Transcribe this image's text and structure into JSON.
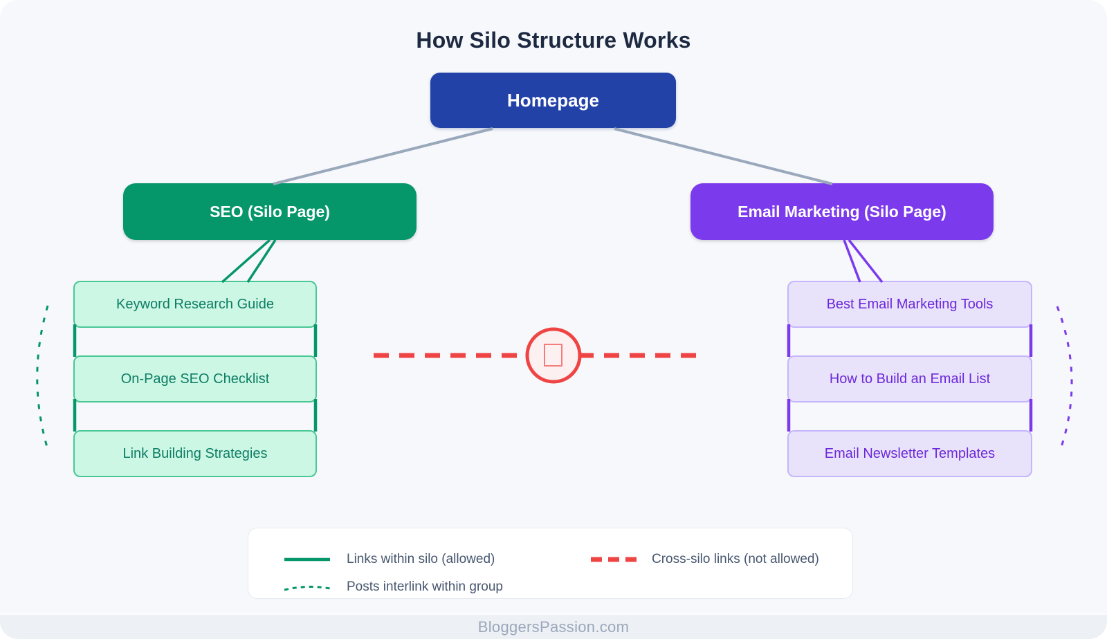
{
  "title": "How Silo Structure Works",
  "homepage": {
    "label": "Homepage"
  },
  "silos": [
    {
      "label": "SEO (Silo Page)",
      "color": "#059669",
      "posts": [
        "Keyword Research Guide",
        "On-Page SEO Checklist",
        "Link Building Strategies"
      ]
    },
    {
      "label": "Email Marketing (Silo Page)",
      "color": "#7c3aed",
      "posts": [
        "Best Email Marketing Tools",
        "How to Build an Email List",
        "Email Newsletter Templates"
      ]
    }
  ],
  "legend": {
    "within_silo": "Links within silo (allowed)",
    "cross_silo": "Cross-silo links (not allowed)",
    "interlink": "Posts interlink within group"
  },
  "footer": {
    "text": "BloggersPassion.com"
  },
  "colors": {
    "background": "#f7f8fb",
    "homepage_blue": "#2242a8",
    "seo_green": "#059669",
    "email_purple": "#7c3aed",
    "cross_silo_red": "#ef4444",
    "hierarchy_line_gray": "#94a3b8",
    "title_text": "#1c2940"
  }
}
